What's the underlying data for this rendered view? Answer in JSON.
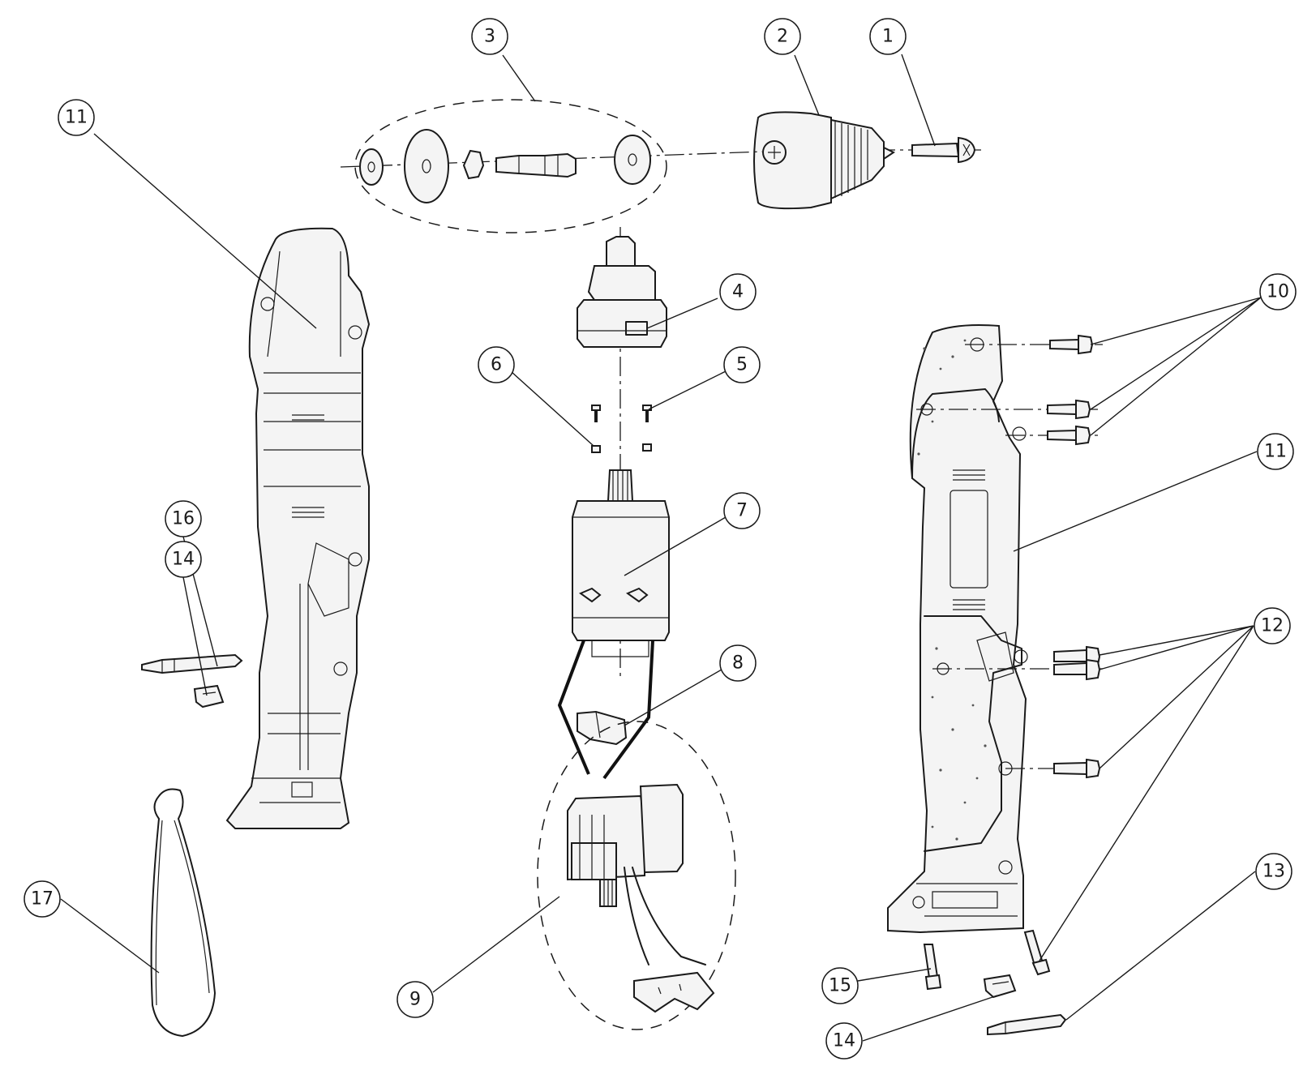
{
  "callouts": [
    {
      "id": "c1",
      "label": "1"
    },
    {
      "id": "c2",
      "label": "2"
    },
    {
      "id": "c3",
      "label": "3"
    },
    {
      "id": "c4",
      "label": "4"
    },
    {
      "id": "c5",
      "label": "5"
    },
    {
      "id": "c6",
      "label": "6"
    },
    {
      "id": "c7",
      "label": "7"
    },
    {
      "id": "c8",
      "label": "8"
    },
    {
      "id": "c9",
      "label": "9"
    },
    {
      "id": "c10",
      "label": "10"
    },
    {
      "id": "c11a",
      "label": "11"
    },
    {
      "id": "c11b",
      "label": "11"
    },
    {
      "id": "c12",
      "label": "12"
    },
    {
      "id": "c13",
      "label": "13"
    },
    {
      "id": "c14a",
      "label": "14"
    },
    {
      "id": "c14b",
      "label": "14"
    },
    {
      "id": "c15",
      "label": "15"
    },
    {
      "id": "c16",
      "label": "16"
    },
    {
      "id": "c17",
      "label": "17"
    }
  ]
}
